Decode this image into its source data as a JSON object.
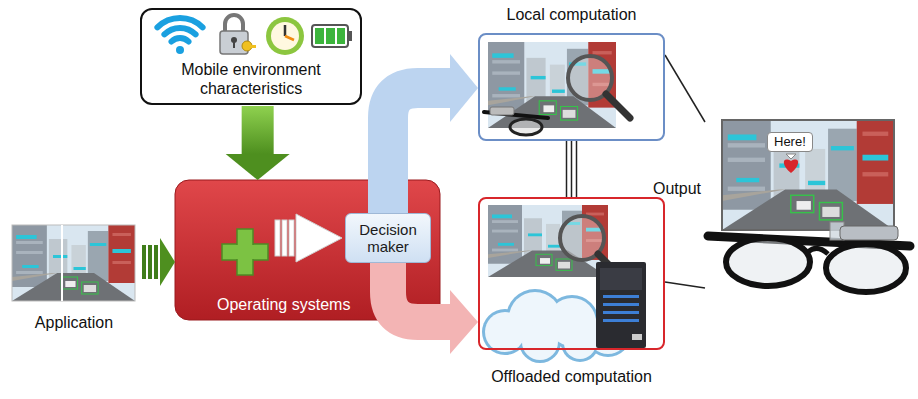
{
  "diagram": {
    "nodes": [
      {
        "text": [
          "Application"
        ]
      },
      {
        "text": [
          "Mobile environment characteristics"
        ]
      },
      {
        "text": [
          "Operating systems"
        ]
      },
      {
        "text": [
          "Decision maker"
        ],
        "in": 2
      },
      {
        "text": [
          "Local computation"
        ]
      },
      {
        "text": [
          "Offloaded computation"
        ]
      },
      {
        "text": [
          "Output"
        ]
      },
      {
        "text": [
          "Here!"
        ],
        "in": 6
      }
    ],
    "edges": [
      {
        "from": 0,
        "to": 2,
        "arrow": "to"
      },
      {
        "from": 1,
        "to": 2,
        "arrow": "to"
      },
      {
        "from": 3,
        "to": 4,
        "arrow": "to"
      },
      {
        "from": 3,
        "to": 5,
        "arrow": "to"
      },
      {
        "from": 4,
        "to": 5,
        "arrow": "none"
      },
      {
        "from": 4,
        "to": 6,
        "arrow": "none"
      },
      {
        "from": 5,
        "to": 6,
        "arrow": "none"
      }
    ]
  }
}
